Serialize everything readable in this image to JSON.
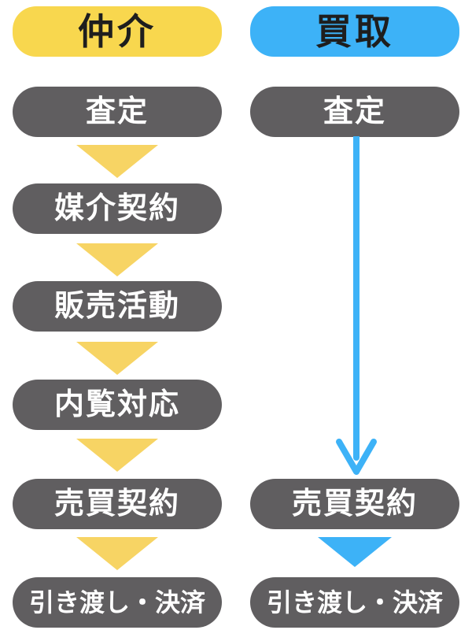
{
  "columns": {
    "left": {
      "header": "仲介",
      "steps": [
        "査定",
        "媒介契約",
        "販売活動",
        "内覧対応",
        "売買契約",
        "引き渡し・決済"
      ]
    },
    "right": {
      "header": "買取",
      "steps": [
        "査定",
        "売買契約",
        "引き渡し・決済"
      ]
    }
  },
  "colors": {
    "brokerage_accent": "#f8d74e",
    "brokerage_arrow": "#f7d464",
    "buyout_accent": "#3db2f7",
    "step_box": "#605e60",
    "header_text": "#1e1e1e",
    "step_text": "#ffffff",
    "background": "#ffffff"
  }
}
